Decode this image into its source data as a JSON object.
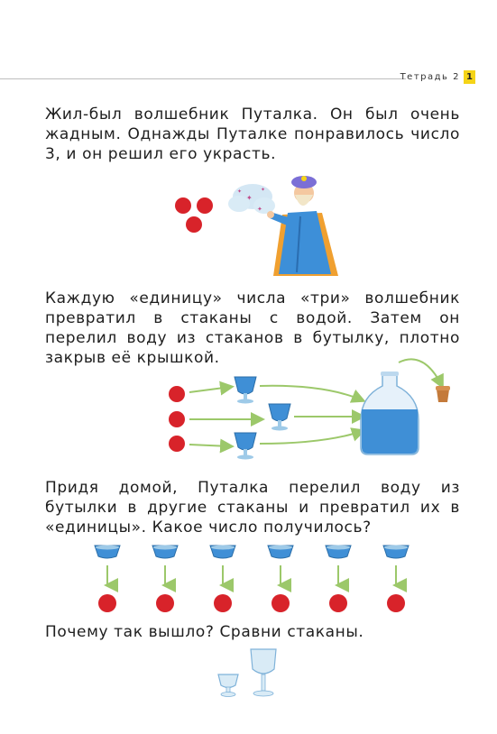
{
  "header": {
    "notebook_label": "Тетрадь 2",
    "page_number": "1"
  },
  "paragraphs": {
    "p1": "Жил-был волшебник Путалка. Он был очень жадным. Однажды Путалке понравилось число 3, и он решил его украсть.",
    "p2": "Каждую «единицу» числа «три» волшебник превратил в стаканы с водой. Затем он перелил воду из стаканов в бутылку, плотно закрыв её крышкой.",
    "p3": "Придя домой, Путалка перелил воду из бутылки в другие стаканы и превратил их в «единицы». Какое число получилось?",
    "p4": "Почему так вышло? Сравни стаканы."
  },
  "colors": {
    "counter_red": "#d8232a",
    "arrow_green": "#9cc86a",
    "water_blue": "#3f8fd6",
    "robe_blue": "#3d8fd8",
    "cape_orange": "#f0a030"
  },
  "illustrations": {
    "wizard": {
      "counters": 3,
      "icon": "wizard-icon"
    },
    "transform": {
      "counters": 3,
      "glasses": 3,
      "icon": "bottle-icon"
    },
    "result": {
      "glasses": 6,
      "counters": 6
    },
    "compare": {
      "icon": "glasses-compare-icon"
    }
  }
}
